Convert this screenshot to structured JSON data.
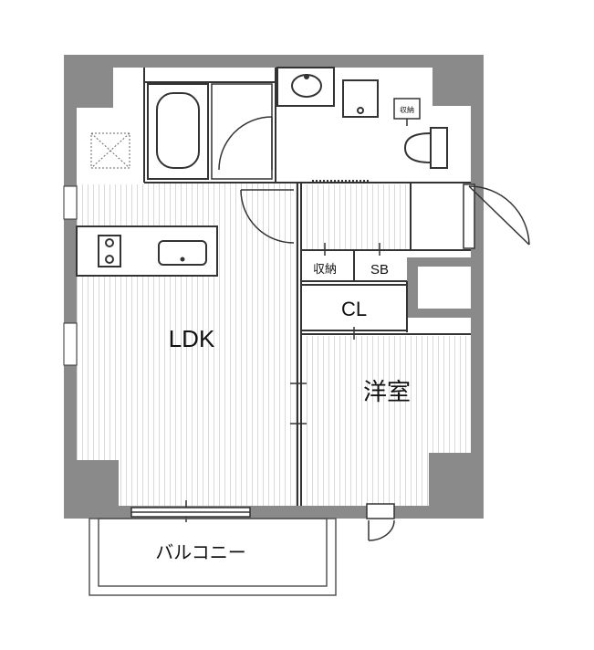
{
  "floorplan": {
    "rooms": {
      "ldk": "LDK",
      "western_room": "洋室",
      "closet": "CL",
      "storage": "収納",
      "shoe_box": "SB",
      "small_storage": "収納",
      "balcony": "バルコニー"
    }
  }
}
